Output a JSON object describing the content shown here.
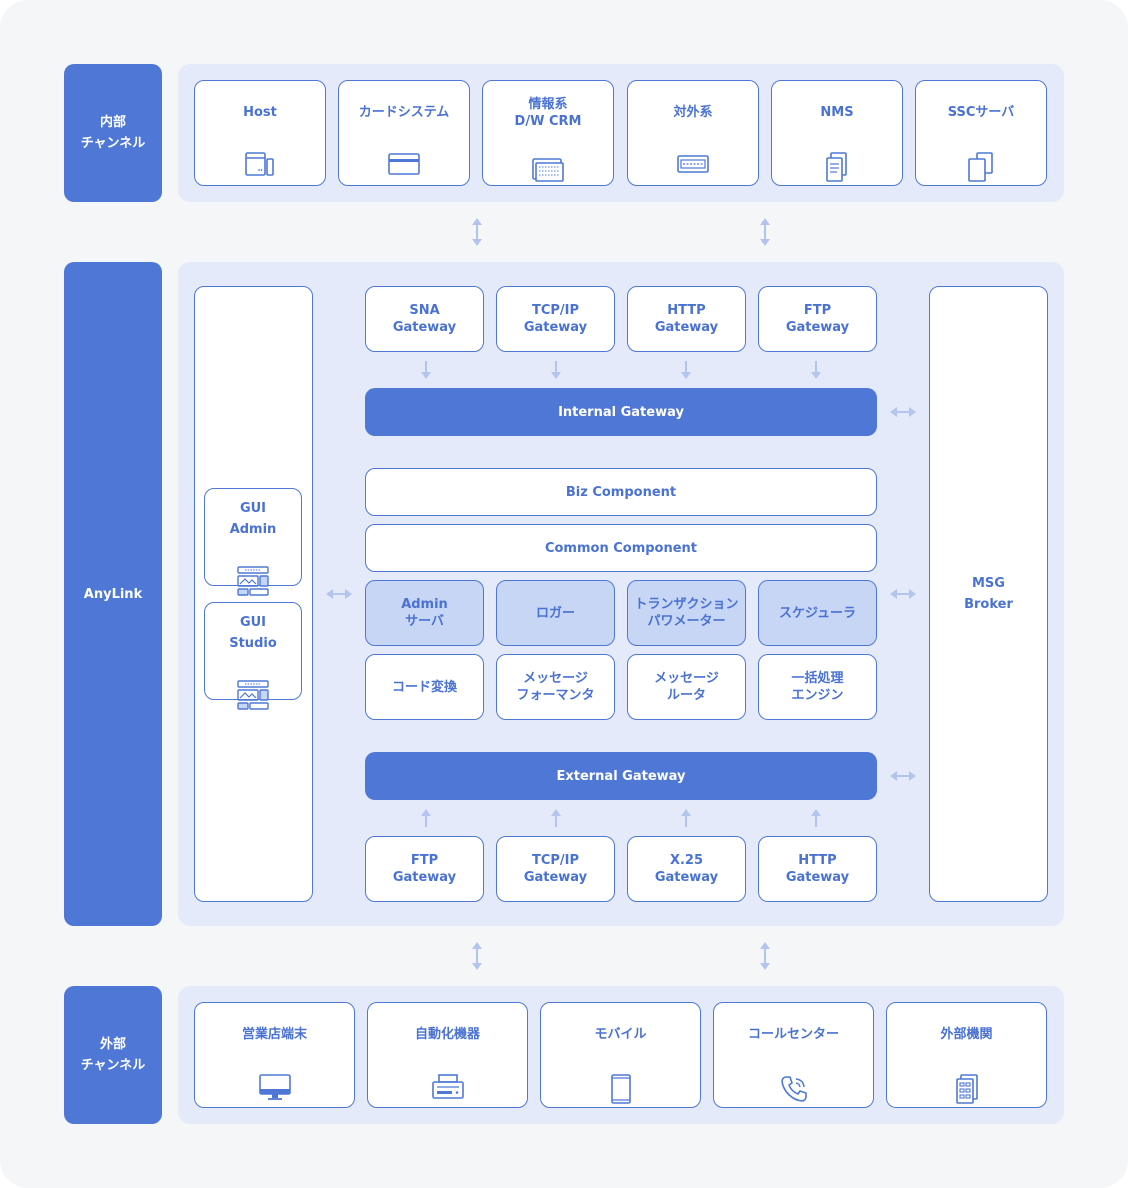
{
  "colors": {
    "primary": "#4f78d6",
    "panel": "#e4eaf9",
    "light_box": "#c7d6f5",
    "connector": "#b3c5ef",
    "page": "#f5f6f8"
  },
  "internal_channel": {
    "label": "内部\nチャンネル",
    "systems": [
      {
        "label": "Host",
        "icon": "server-tower-icon"
      },
      {
        "label": "カードシステム",
        "icon": "window-icon"
      },
      {
        "label": "情報系\nD/W CRM",
        "icon": "stacked-windows-icon"
      },
      {
        "label": "対外系",
        "icon": "keyboard-window-icon"
      },
      {
        "label": "NMS",
        "icon": "documents-icon"
      },
      {
        "label": "SSCサーバ",
        "icon": "copy-icon"
      }
    ]
  },
  "anylink": {
    "label": "AnyLink",
    "gui": [
      {
        "label": "GUI\nAdmin",
        "icon": "dashboard-icon"
      },
      {
        "label": "GUI\nStudio",
        "icon": "dashboard-icon"
      }
    ],
    "inbound_gateways": [
      "SNA\nGateway",
      "TCP/IP\nGateway",
      "HTTP\nGateway",
      "FTP\nGateway"
    ],
    "internal_gateway": "Internal Gateway",
    "biz_component": "Biz Component",
    "common_component": "Common Component",
    "services_top": [
      "Admin\nサーバ",
      "ロガー",
      "トランザクション\nパワメーター",
      "スケジューラ"
    ],
    "services_bottom": [
      "コード変換",
      "メッセージ\nフォーマンタ",
      "メッセージ\nルータ",
      "一括処理\nエンジン"
    ],
    "external_gateway": "External Gateway",
    "outbound_gateways": [
      "FTP\nGateway",
      "TCP/IP\nGateway",
      "X.25\nGateway",
      "HTTP\nGateway"
    ],
    "msg_broker": "MSG\nBroker"
  },
  "external_channel": {
    "label": "外部\nチャンネル",
    "systems": [
      {
        "label": "営業店端末",
        "icon": "monitor-icon"
      },
      {
        "label": "自動化機器",
        "icon": "printer-icon"
      },
      {
        "label": "モバイル",
        "icon": "mobile-icon"
      },
      {
        "label": "コールセンター",
        "icon": "phone-icon"
      },
      {
        "label": "外部機関",
        "icon": "building-icon"
      }
    ]
  }
}
